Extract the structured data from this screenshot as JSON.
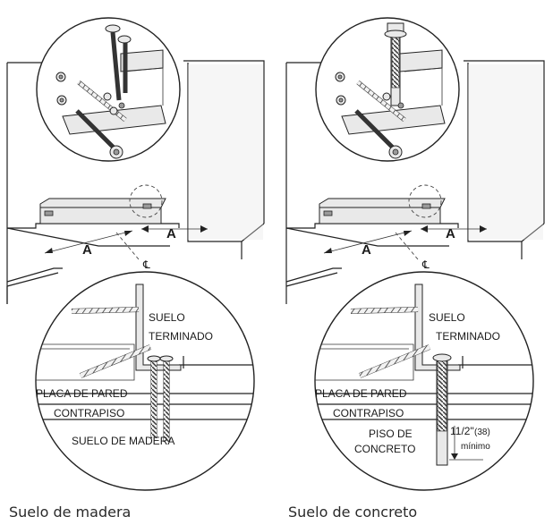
{
  "left_panel": {
    "caption": "Suelo de madera",
    "dimension_label_1": "A",
    "dimension_label_2": "A",
    "centerline_symbol": "℄",
    "label_suelo": "SUELO",
    "label_terminado": "TERMINADO",
    "label_placa": "PLACA DE PARED",
    "label_contrapiso": "CONTRAPISO",
    "label_floor": "SUELO DE MADERA"
  },
  "right_panel": {
    "caption": "Suelo de concreto",
    "dimension_label_1": "A",
    "dimension_label_2": "A",
    "centerline_symbol": "℄",
    "label_suelo": "SUELO",
    "label_terminado": "TERMINADO",
    "label_placa": "PLACA DE PARED",
    "label_contrapiso": "CONTRAPISO",
    "label_piso": "PISO DE",
    "label_concreto": "CONCRETO",
    "label_dimension": "11/2\"",
    "label_dimension_mm": "(38)",
    "label_minimo": "mínimo"
  }
}
